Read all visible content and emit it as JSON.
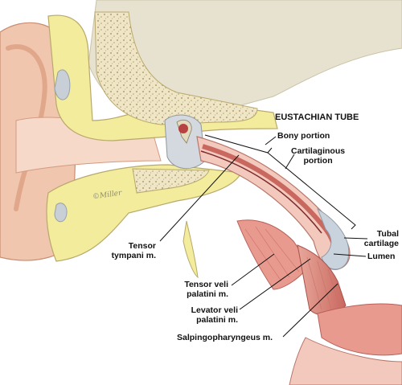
{
  "title": "EUSTACHIAN TUBE",
  "labels": {
    "bony_portion": "Bony portion",
    "cartilaginous_portion": [
      "Cartilaginous",
      "portion"
    ],
    "tubal_cartilage": [
      "Tubal",
      "cartilage"
    ],
    "lumen": "Lumen",
    "tensor_tympani": [
      "Tensor",
      "tympani m."
    ],
    "tensor_veli_palatini": [
      "Tensor veli",
      "palatini m."
    ],
    "levator_veli_palatini": [
      "Levator veli",
      "palatini m."
    ],
    "salpingopharyngeus": "Salpingopharyngeus m."
  },
  "signature": "©Miller",
  "colors": {
    "skin": "#f1c6ae",
    "skin_dark": "#d99a7c",
    "bone": "#f2ec9c",
    "bone_spongy": "#e9dfc0",
    "muscle": "#e99a8f",
    "muscle_dark": "#c9685f",
    "mucosa": "#f3c9bd",
    "cartilage": "#c9d3dd",
    "tissue": "#e6e1cf"
  }
}
